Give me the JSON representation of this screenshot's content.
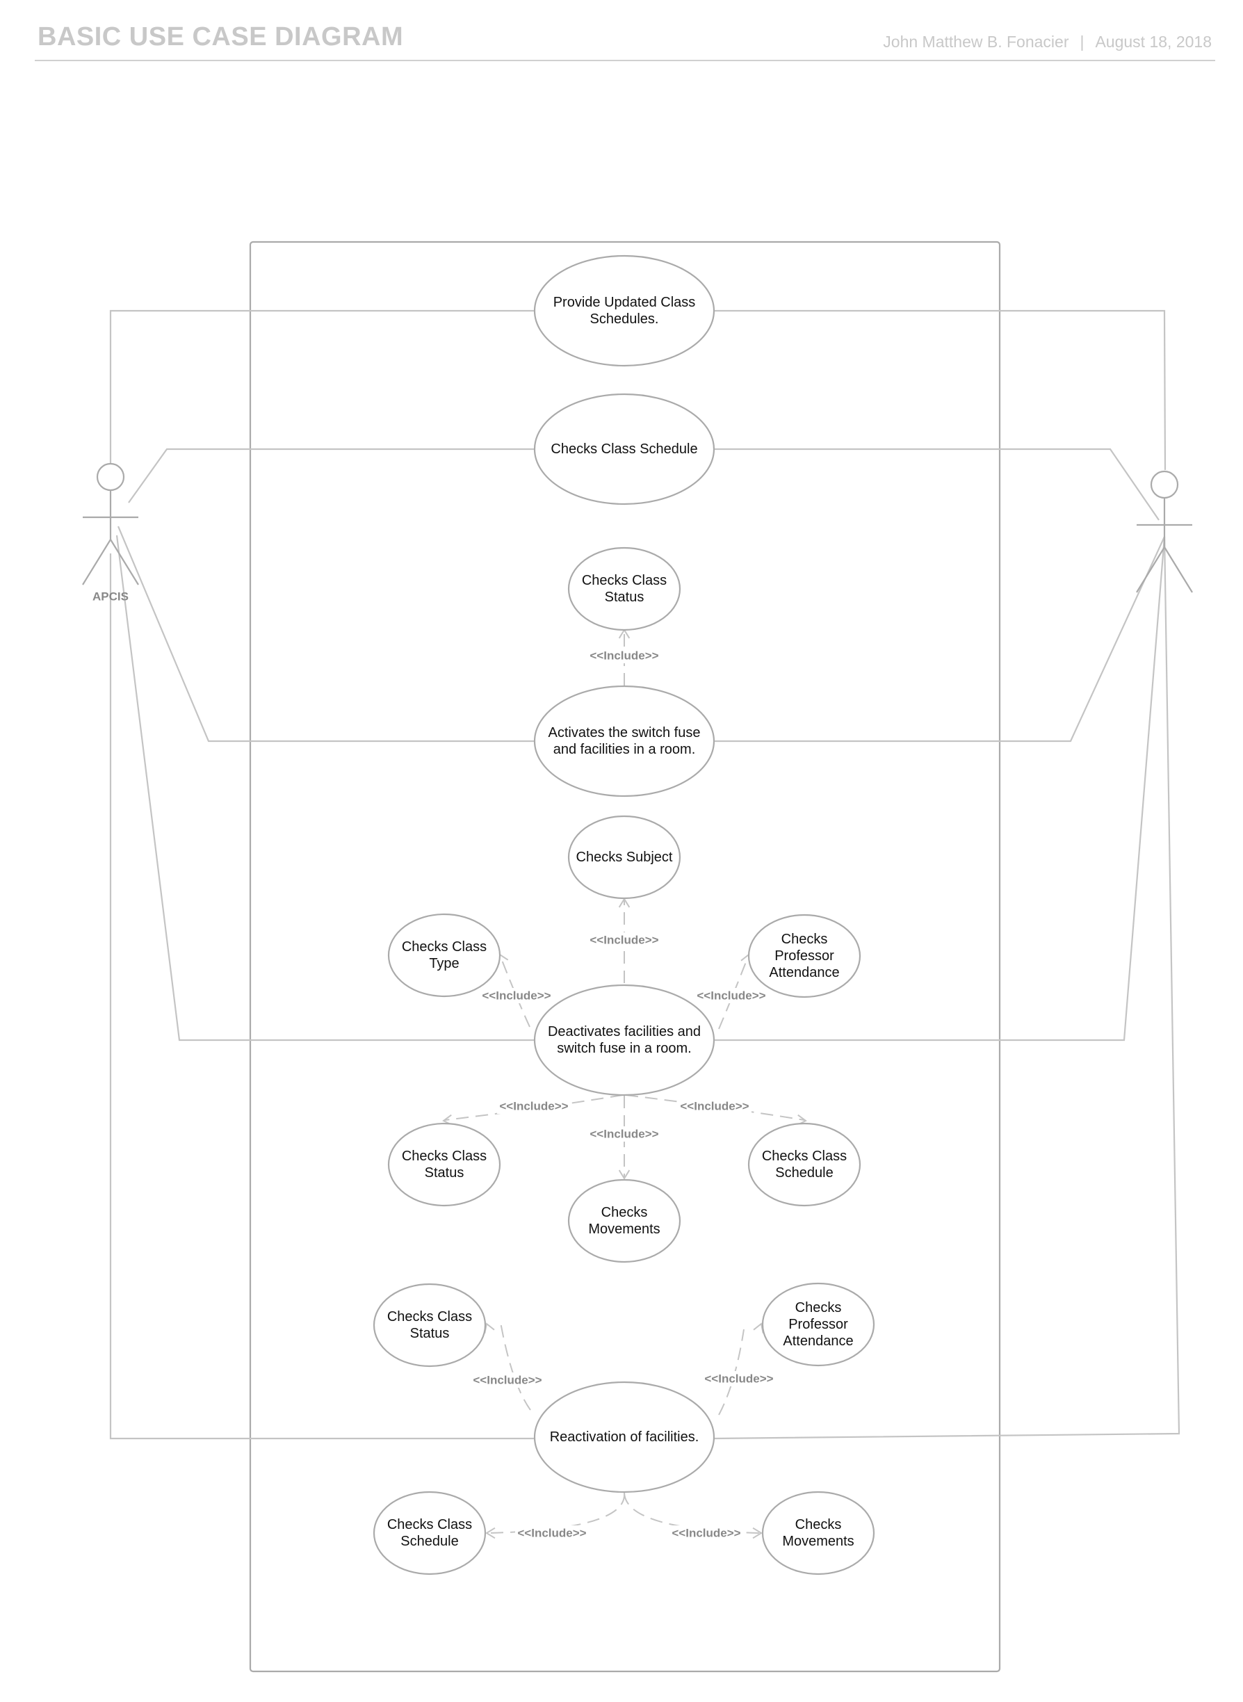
{
  "header": {
    "title": "BASIC USE CASE DIAGRAM",
    "author": "John Matthew B. Fonacier",
    "separator": "|",
    "date": "August 18, 2018"
  },
  "actors": [
    {
      "id": "left",
      "label": "APCIS"
    },
    {
      "id": "right",
      "label": ""
    }
  ],
  "include_label": "<<Include>>",
  "use_cases": [
    {
      "id": "uc1",
      "lines": [
        "Provide Updated Class",
        "Schedules."
      ]
    },
    {
      "id": "uc2",
      "lines": [
        "Checks Class Schedule"
      ]
    },
    {
      "id": "uc3",
      "lines": [
        "Checks Class",
        "Status"
      ]
    },
    {
      "id": "uc4",
      "lines": [
        "Activates the switch fuse",
        "and facilities in a room."
      ]
    },
    {
      "id": "uc5",
      "lines": [
        "Checks Subject"
      ]
    },
    {
      "id": "uc6",
      "lines": [
        "Checks Class",
        "Type"
      ]
    },
    {
      "id": "uc7",
      "lines": [
        "Checks",
        "Professor",
        "Attendance"
      ]
    },
    {
      "id": "uc8",
      "lines": [
        "Deactivates facilities and",
        "switch fuse in a room."
      ]
    },
    {
      "id": "uc9",
      "lines": [
        "Checks Class",
        "Status"
      ]
    },
    {
      "id": "uc10",
      "lines": [
        "Checks Class",
        "Schedule"
      ]
    },
    {
      "id": "uc11",
      "lines": [
        "Checks",
        "Movements"
      ]
    },
    {
      "id": "uc12",
      "lines": [
        "Checks Class",
        "Status"
      ]
    },
    {
      "id": "uc13",
      "lines": [
        "Checks",
        "Professor",
        "Attendance"
      ]
    },
    {
      "id": "uc14",
      "lines": [
        "Reactivation of facilities."
      ]
    },
    {
      "id": "uc15",
      "lines": [
        "Checks Class",
        "Schedule"
      ]
    },
    {
      "id": "uc16",
      "lines": [
        "Checks",
        "Movements"
      ]
    }
  ],
  "includes": [
    {
      "from": "uc4",
      "to": "uc3"
    },
    {
      "from": "uc8",
      "to": "uc5"
    },
    {
      "from": "uc8",
      "to": "uc6"
    },
    {
      "from": "uc8",
      "to": "uc7"
    },
    {
      "from": "uc8",
      "to": "uc9"
    },
    {
      "from": "uc8",
      "to": "uc11"
    },
    {
      "from": "uc8",
      "to": "uc10"
    },
    {
      "from": "uc14",
      "to": "uc12"
    },
    {
      "from": "uc14",
      "to": "uc13"
    },
    {
      "from": "uc14",
      "to": "uc15"
    },
    {
      "from": "uc14",
      "to": "uc16"
    }
  ],
  "associations": [
    {
      "actor": "left",
      "use_case": "uc1"
    },
    {
      "actor": "right",
      "use_case": "uc1"
    },
    {
      "actor": "left",
      "use_case": "uc2"
    },
    {
      "actor": "right",
      "use_case": "uc2"
    },
    {
      "actor": "left",
      "use_case": "uc4"
    },
    {
      "actor": "right",
      "use_case": "uc4"
    },
    {
      "actor": "left",
      "use_case": "uc8"
    },
    {
      "actor": "right",
      "use_case": "uc8"
    },
    {
      "actor": "left",
      "use_case": "uc14"
    },
    {
      "actor": "right",
      "use_case": "uc14"
    }
  ],
  "colors": {
    "header_text": "#c8c8c8",
    "shape_stroke": "#aaaaaa",
    "connector": "#c4c4c4",
    "label_gray": "#888888",
    "text": "#111111"
  }
}
